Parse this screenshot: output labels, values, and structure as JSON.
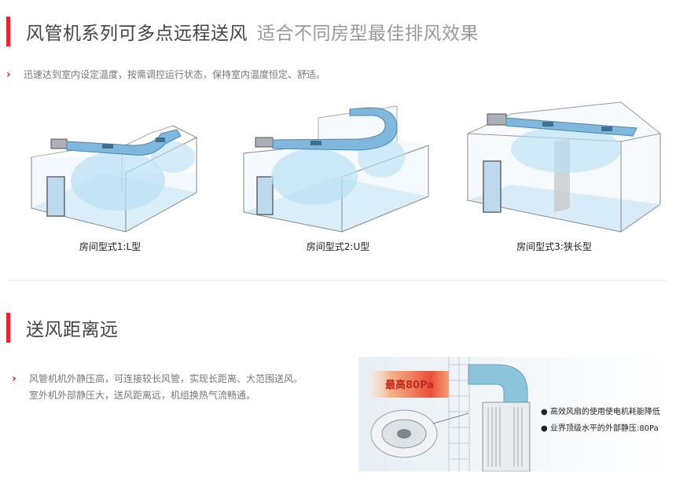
{
  "section1": {
    "title": "风管机系列可多点远程送风",
    "subtitle": "适合不同房型最佳排风效果",
    "bullet": "迅速达到室内设定温度，按需调控运行状态，保持室内温度恒定、舒适。"
  },
  "rooms": [
    {
      "label": "房间型式1:L型",
      "icon": "l-shaped-room"
    },
    {
      "label": "房间型式2:U型",
      "icon": "u-shaped-room"
    },
    {
      "label": "房间型式3:狭长型",
      "icon": "narrow-room"
    }
  ],
  "section2": {
    "title": "送风距离远",
    "bullet_lines": [
      "风管机机外静压高，可连接较长风管，实现长距离、大范围送风。",
      "室外机外部静压大，送风距离远，机组换热气流畅通。"
    ]
  },
  "diagram": {
    "pressure_label": "最高80Pa",
    "features": [
      "● 高效风扇的使用使电机耗能降低",
      "● 业界顶级水平的外部静压:80Pa"
    ]
  },
  "colors": {
    "accent_red": "#e5252f",
    "duct_blue": "#7fb8dc",
    "air_light_blue": "#cde8f5"
  }
}
